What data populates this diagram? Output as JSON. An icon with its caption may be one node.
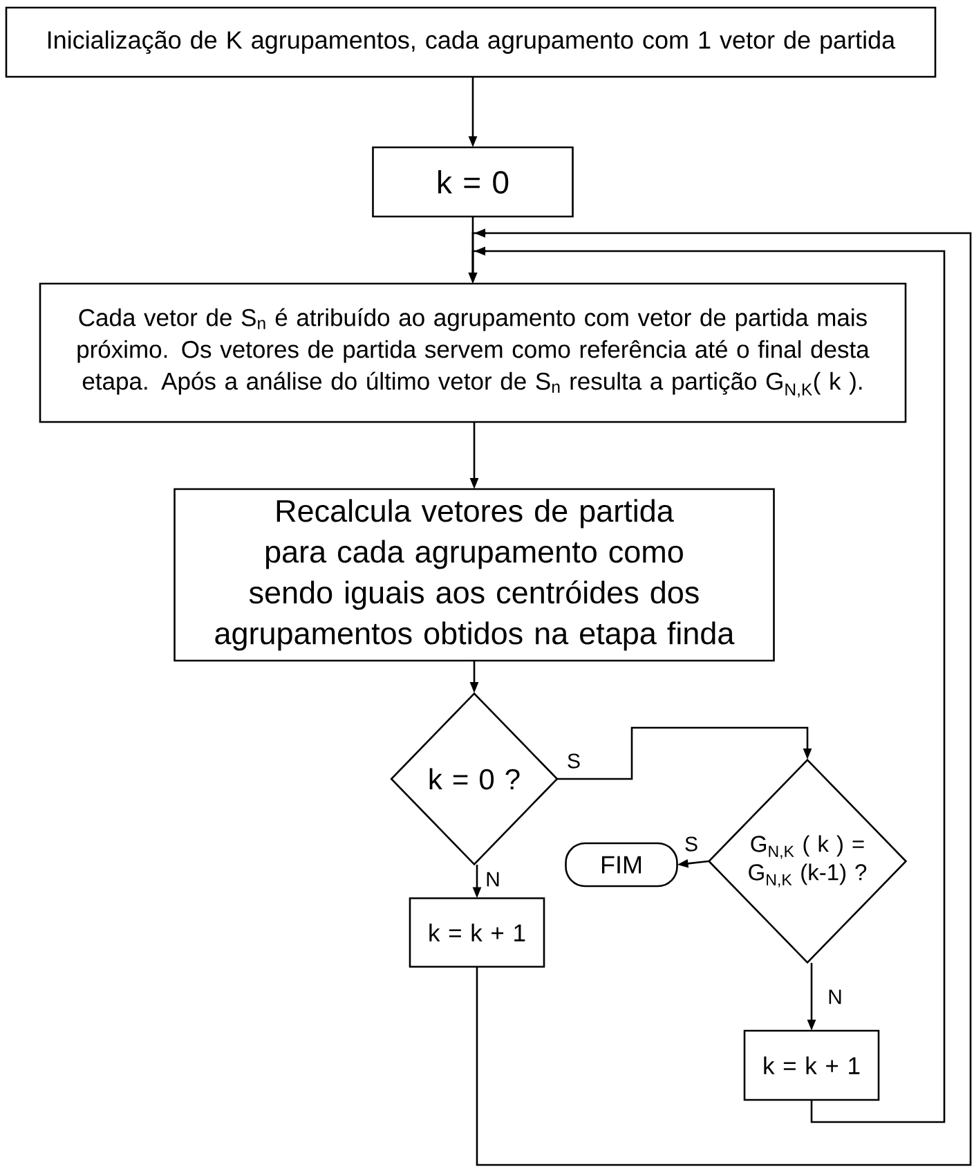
{
  "diagram": {
    "nodes": [
      {
        "text": [
          "Inicialização de K agrupamentos, cada agrupamento com 1 vetor de partida"
        ]
      },
      {
        "text": [
          "k = 0"
        ]
      },
      {
        "text": [
          "Cada vetor de S$_{n}$ é atribuído ao agrupamento com vetor de partida mais próximo. Os vetores de partida servem como referência até o final desta etapa. Após a análise do último vetor de S$_{n}$ resulta a partição G$_{N,K}$( k )."
        ]
      },
      {
        "text": [
          "Recalcula vetores de partida para cada agrupamento como sendo iguais aos centróides dos agrupamentos obtidos na etapa finda"
        ]
      },
      {
        "text": [
          "k = 0 ?"
        ]
      },
      {
        "text": [
          "k = k + 1"
        ]
      },
      {
        "text": [
          "G$_{N,K}$ ( k ) = G$_{N,K}$ (k-1) ?"
        ]
      },
      {
        "text": [
          "FIM"
        ]
      },
      {
        "text": [
          "k = k + 1"
        ]
      }
    ],
    "edges": [
      {
        "from": 0,
        "to": 1,
        "arrow": "to"
      },
      {
        "from": 1,
        "to": 2,
        "arrow": "to"
      },
      {
        "from": 2,
        "to": 3,
        "arrow": "to"
      },
      {
        "from": 3,
        "to": 4,
        "arrow": "to"
      },
      {
        "from": 4,
        "to": 6,
        "arrow": "to",
        "label": "S"
      },
      {
        "from": 4,
        "to": 5,
        "arrow": "to",
        "label": "N"
      },
      {
        "from": 6,
        "to": 7,
        "arrow": "to",
        "label": "S"
      },
      {
        "from": 6,
        "to": 8,
        "arrow": "to",
        "label": "N"
      },
      {
        "from": 8,
        "to": 2,
        "arrow": "to"
      },
      {
        "from": 5,
        "to": 2,
        "arrow": "to"
      }
    ]
  }
}
